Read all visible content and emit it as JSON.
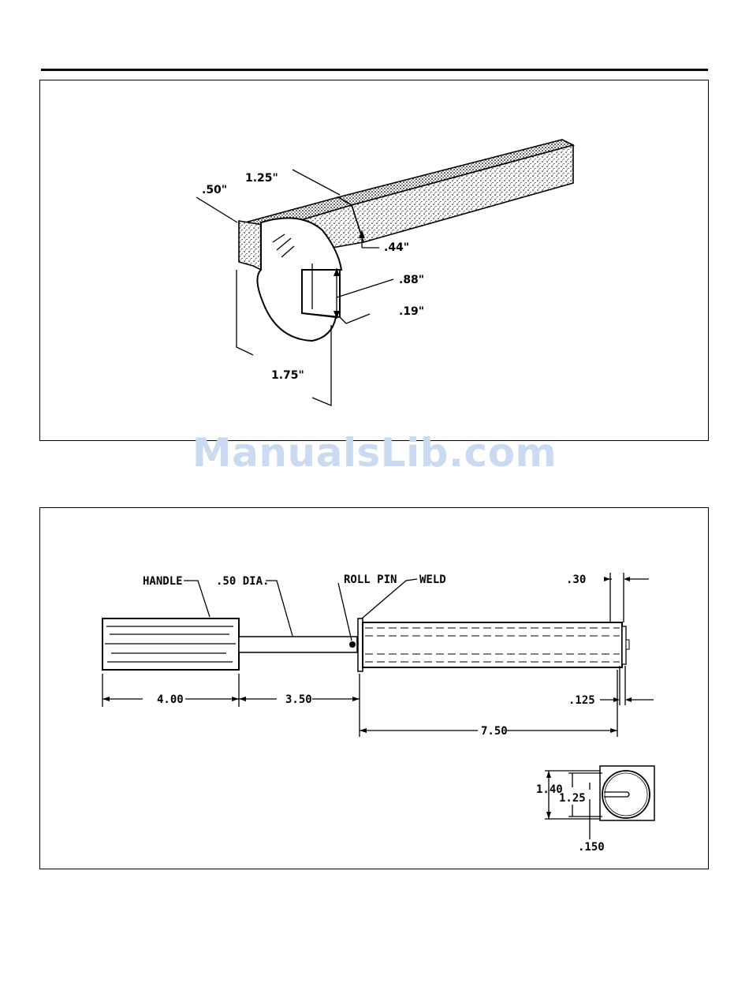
{
  "wrench": {
    "labels": {
      "width_head": ".50\"",
      "width_neck": "1.25\"",
      "thickness": ".44\"",
      "jaw_opening": ".88\"",
      "jaw_lip": ".19\"",
      "head_length": "1.75\""
    }
  },
  "tool": {
    "callouts": {
      "handle": "HANDLE",
      "shaft_dia": ".50 DIA.",
      "roll_pin": "ROLL PIN",
      "weld": "WELD"
    },
    "dims": {
      "end_gap": ".30",
      "handle_len": "4.00",
      "shaft_len": "3.50",
      "tube_len": "7.50",
      "wall": ".125",
      "outer": "1.40",
      "inner": "1.25",
      "slot": ".150"
    }
  },
  "watermark": "ManualsLib.com"
}
